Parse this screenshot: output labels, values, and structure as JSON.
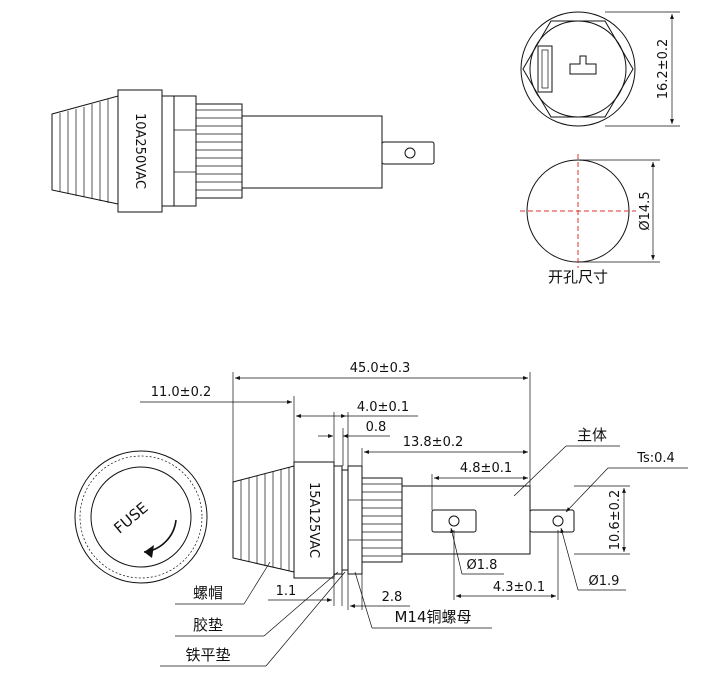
{
  "top_view": {
    "body_text": "10A250VAC",
    "dim_hex": "16.2±0.2",
    "dim_hole": "Ø14.5",
    "hole_label": "开孔尺寸"
  },
  "bottom_view": {
    "cap_text": "FUSE",
    "body_text": "15A125VAC",
    "dims": {
      "overall": "45.0±0.3",
      "cap": "11.0±0.2",
      "flange": "4.0±0.1",
      "gasket": "0.8",
      "thread": "13.8±0.2",
      "tab": "4.8±0.1",
      "height": "10.6±0.2",
      "tab_thickness": "Ts:0.4",
      "hole1": "Ø1.8",
      "hole2": "Ø1.9",
      "tab_offset": "4.3±0.1",
      "washer": "1.1",
      "nut": "2.8"
    },
    "labels": {
      "main_body": "主体",
      "cap_nut": "螺帽",
      "rubber_gasket": "胶垫",
      "iron_washer": "铁平垫",
      "copper_nut": "M14铜螺母"
    }
  }
}
